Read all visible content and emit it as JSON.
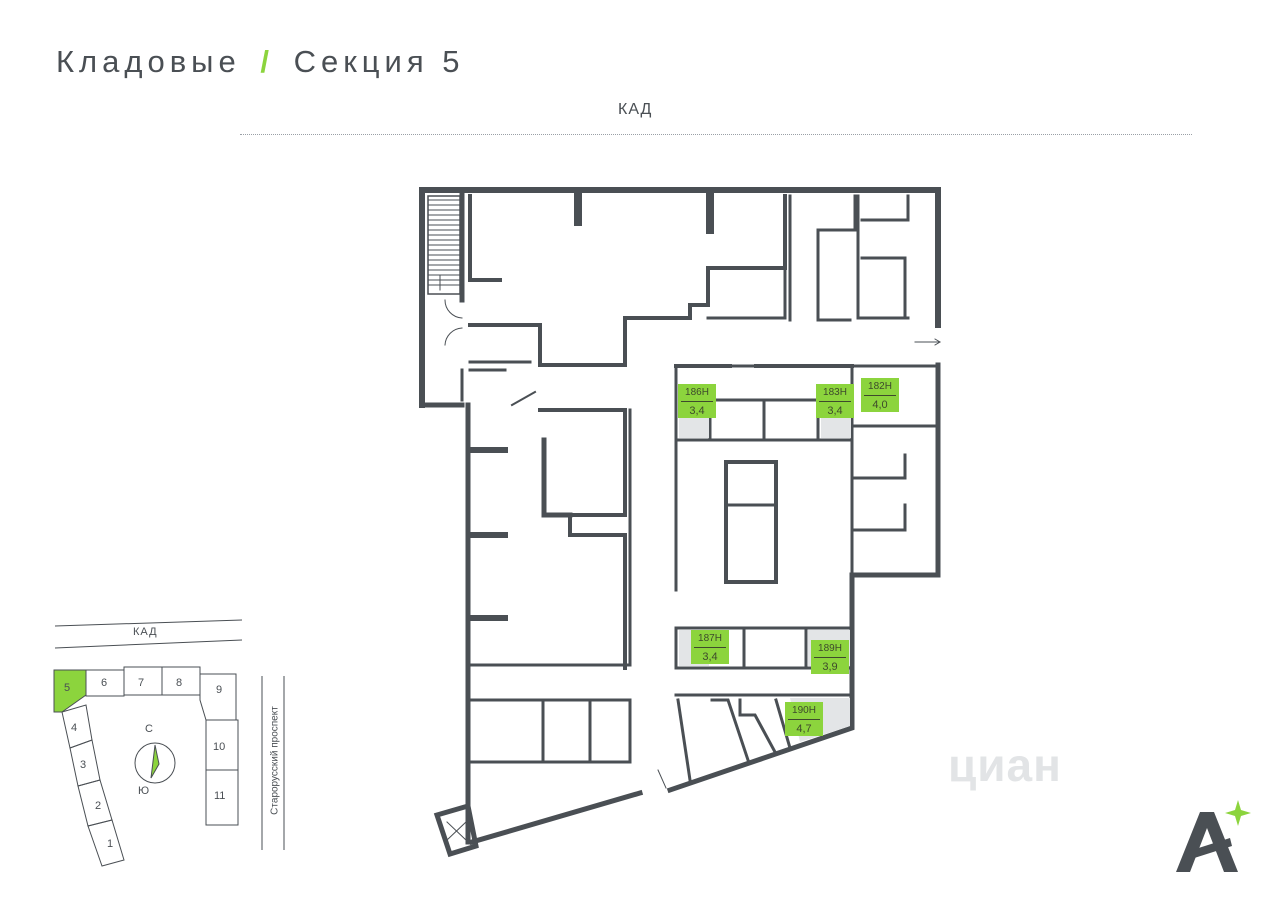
{
  "header": {
    "title_left": "Кладовые",
    "title_sep": "/",
    "title_right": "Секция 5",
    "road_label": "КАД"
  },
  "units": [
    {
      "id": "186Н",
      "area": "3,4"
    },
    {
      "id": "183Н",
      "area": "3,4"
    },
    {
      "id": "182Н",
      "area": "4,0"
    },
    {
      "id": "187Н",
      "area": "3,4"
    },
    {
      "id": "189Н",
      "area": "3,9"
    },
    {
      "id": "190Н",
      "area": "4,7"
    }
  ],
  "site_map": {
    "road_label": "КАД",
    "street_label": "Старорусский проспект",
    "buildings": [
      "5",
      "6",
      "7",
      "8",
      "9",
      "4",
      "3",
      "10",
      "2",
      "11",
      "1"
    ],
    "compass": {
      "north": "С",
      "south": "Ю"
    },
    "selected_building": "5"
  },
  "watermark": "циан",
  "colors": {
    "accent": "#8cd43d",
    "wall": "#4a4f54",
    "text": "#4a4f54"
  }
}
